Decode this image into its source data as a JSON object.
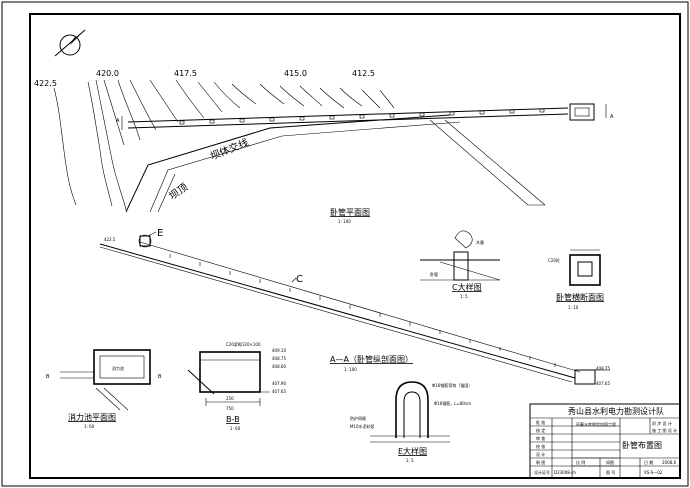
{
  "plan": {
    "contours": [
      "422.5",
      "420.0",
      "417.5",
      "415.0",
      "412.5"
    ],
    "section_mark": "A",
    "dam_axis_label": "坝体交线",
    "dam_crest_label": "坝顶",
    "title": "卧管平面图",
    "scale": "1: 100"
  },
  "profile": {
    "detail_c": "C",
    "detail_e": "E",
    "elev_top": "422.5",
    "elev_bottom": "408.75"
  },
  "detail_c": {
    "title": "C大样图",
    "scale": "1: 5",
    "note": "木塞",
    "note_b": "卧管"
  },
  "pipe_section": {
    "title": "卧管横断面图",
    "scale": "1: 10",
    "dim_label": "C20砼"
  },
  "stilling_basin": {
    "title": "消力池平面图",
    "scale": "1: 60",
    "mark": "B",
    "label": "消力池"
  },
  "section_bb": {
    "title": "B-B",
    "scale": "1: 60",
    "dim": "250",
    "dim_b": "750",
    "label": "C20浆砌120×100",
    "elevs": [
      "409.10",
      "408.75",
      "408.60",
      "407.90",
      "407.65"
    ]
  },
  "section_aa": {
    "title": "A—A（卧管纵剖面图）",
    "scale": "1: 100"
  },
  "detail_e": {
    "title": "E大样图",
    "scale": "1: 5",
    "note1": "Φ16钢筋弯钩（锚固）",
    "note2": "Φ16钢筋，L=80cm",
    "note3": "防护网格",
    "note4": "M10水泥砂浆"
  },
  "profile_right": {
    "elevs": [
      "408.75",
      "407.65"
    ]
  },
  "title_block": {
    "company": "秀山县水利电力勘测设计队",
    "rows": [
      "批 准",
      "核 定",
      "审 查",
      "校 核",
      "设 计",
      "制 图",
      "设计证号"
    ],
    "project": "环寨水库除险加固工程",
    "stage1": "初 步 设 计",
    "stage2": "施 工 图 设 计",
    "drawing_title": "卧管布置图",
    "ratio_label": "比 例",
    "ratio_value": "如图",
    "date_label": "日 期",
    "date_value": "2008.6",
    "cert_value": "D23008-sh",
    "drawing_no_label": "图 号",
    "drawing_no_value": "XS-S—02"
  }
}
